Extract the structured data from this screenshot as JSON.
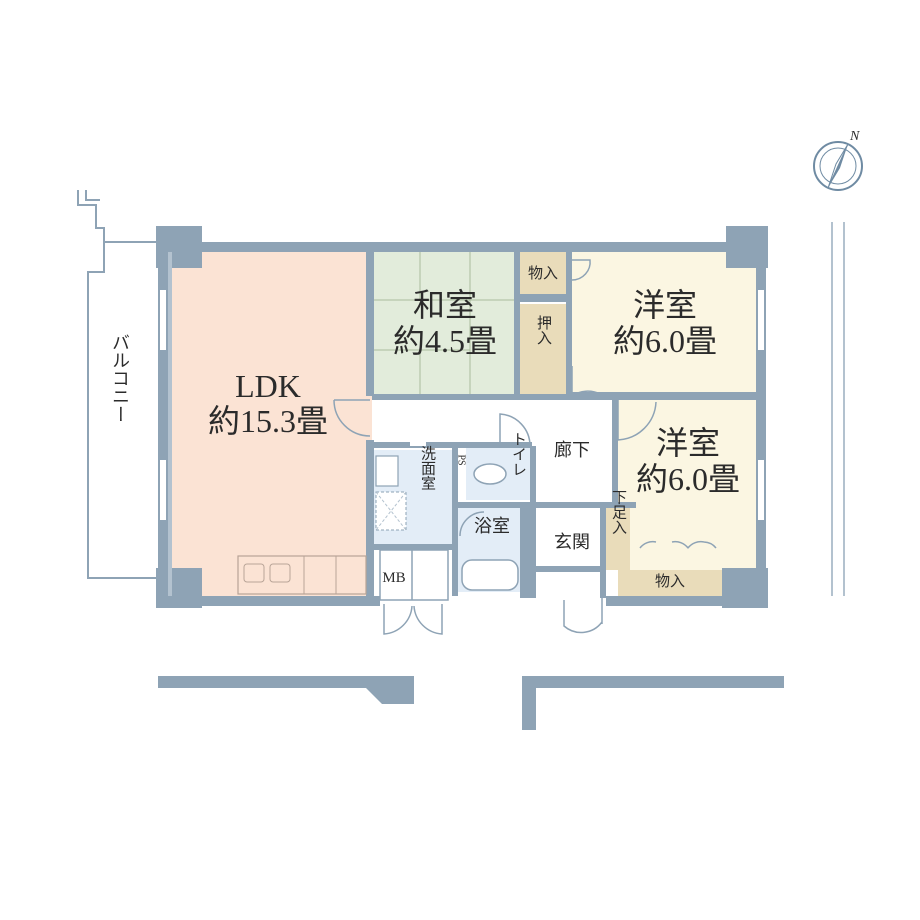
{
  "colors": {
    "wall": "#8ea3b5",
    "ldk_floor": "#fbe3d4",
    "washitsu_floor": "#e2ecdb",
    "youshitsu_floor": "#fbf6e2",
    "storage_floor": "#e9dcba",
    "wet_area_floor": "#e3edf7",
    "hall_floor": "#ffffff",
    "balcony_floor": "#ffffff"
  },
  "rooms": {
    "ldk": {
      "name": "LDK",
      "area": "約15.3畳"
    },
    "washitsu": {
      "name": "和室",
      "area": "約4.5畳"
    },
    "youshitsu1": {
      "name": "洋室",
      "area": "約6.0畳"
    },
    "youshitsu2": {
      "name": "洋室",
      "area": "約6.0畳"
    }
  },
  "labels": {
    "balcony": "バルコニー",
    "oshiire": "押入",
    "monoire_top": "物入",
    "monoire_bottom": "物入",
    "rouka": "廊下",
    "toilet": "トイレ",
    "ps": "PS",
    "senmenjo": "洗面室",
    "yokushitsu": "浴室",
    "genkan": "玄関",
    "shitabako": "下足入",
    "mb": "MB"
  },
  "compass": {
    "direction_label": "N"
  }
}
